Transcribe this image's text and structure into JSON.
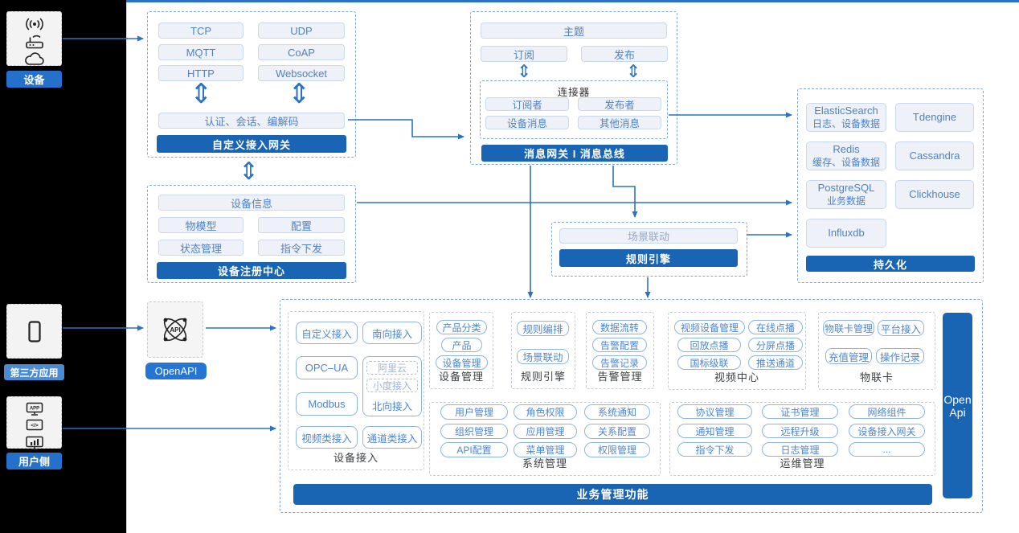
{
  "icons": {
    "double_arrow": "⇕",
    "app_text": "APP",
    "code_text": "</>",
    "api_text": "API"
  },
  "left_rail": {
    "devices": {
      "label": "设备",
      "icons": [
        "signal-icon",
        "router-icon",
        "cloud-icon"
      ]
    },
    "third_party": {
      "label": "第三方应用",
      "icons": [
        "phone-icon"
      ]
    },
    "user_side": {
      "label": "用户侧",
      "icons": [
        "app-monitor-icon",
        "code-monitor-icon",
        "chart-monitor-icon"
      ]
    }
  },
  "gateway": {
    "protocols": [
      "TCP",
      "UDP",
      "MQTT",
      "CoAP",
      "HTTP",
      "Websocket"
    ],
    "session_bar": "认证、会话、编解码",
    "title": "自定义接入网关"
  },
  "message_bus": {
    "topic": "主题",
    "subscribe": "订阅",
    "publish": "发布",
    "connector": {
      "title": "连接器",
      "items": [
        "订阅者",
        "发布者",
        "设备消息",
        "其他消息"
      ]
    },
    "title": "消息网关 I 消息总线"
  },
  "registry": {
    "items": [
      "设备信息",
      "物模型",
      "配置",
      "状态管理",
      "指令下发"
    ],
    "title": "设备注册中心"
  },
  "rule": {
    "scene": "场景联动",
    "title": "规则引擎"
  },
  "persistence": {
    "stores": [
      {
        "name": "ElasticSearch",
        "desc": "日志、设备数据"
      },
      {
        "name": "Tdengine",
        "desc": ""
      },
      {
        "name": "Redis",
        "desc": "缓存、设备数据"
      },
      {
        "name": "Cassandra",
        "desc": ""
      },
      {
        "name": "PostgreSQL",
        "desc": "业务数据"
      },
      {
        "name": "Clickhouse",
        "desc": ""
      },
      {
        "name": "Influxdb",
        "desc": ""
      }
    ],
    "title": "持久化"
  },
  "openapi": {
    "label": "OpenAPI",
    "icon": "api-atom-icon"
  },
  "business": {
    "title": "业务管理功能",
    "open_api_bar": "Open Api",
    "device_access": {
      "label": "设备接入",
      "items": [
        "自定义接入",
        "南向接入",
        "OPC–UA",
        "Modbus",
        "视频类接入",
        "通道类接入"
      ],
      "north": {
        "label": "北向接入",
        "sub": [
          "阿里云",
          "小度接入"
        ]
      }
    },
    "device_mgmt": {
      "label": "设备管理",
      "items": [
        "产品分类",
        "产品",
        "设备管理"
      ]
    },
    "rule_engine": {
      "label": "规则引擎",
      "items": [
        "规则编排",
        "场景联动"
      ]
    },
    "alarm": {
      "label": "告警管理",
      "items": [
        "数据流转",
        "告警配置",
        "告警记录"
      ]
    },
    "video": {
      "label": "视频中心",
      "items": [
        "视频设备管理",
        "在线点播",
        "回放点播",
        "分屏点播",
        "国标级联",
        "推送通道"
      ]
    },
    "iot_card": {
      "label": "物联卡",
      "items": [
        "物联卡管理",
        "平台接入",
        "充值管理",
        "操作记录"
      ]
    },
    "system": {
      "label": "系统管理",
      "items": [
        "用户管理",
        "角色权限",
        "系统通知",
        "组织管理",
        "应用管理",
        "关系配置",
        "API配置",
        "菜单管理",
        "权限管理"
      ]
    },
    "ops": {
      "label": "运维管理",
      "items": [
        "协议管理",
        "证书管理",
        "网络组件",
        "通知管理",
        "远程升级",
        "设备接入网关",
        "指令下发",
        "日志管理",
        "..."
      ]
    }
  },
  "colors": {
    "accent": "#1a64b4",
    "arrow": "#2a72c6"
  }
}
